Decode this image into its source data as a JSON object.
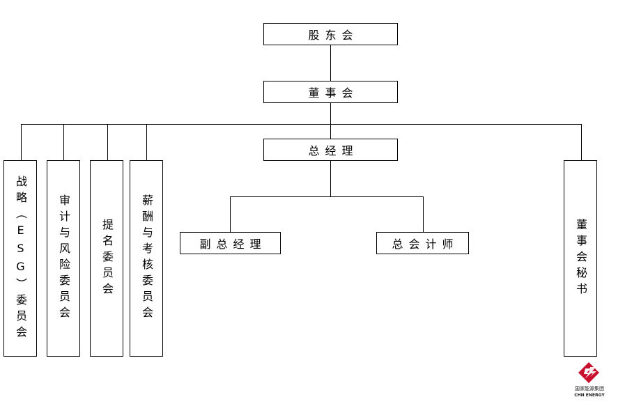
{
  "nodes": {
    "shareholders": "股东会",
    "board": "董事会",
    "general_manager": "总经理",
    "deputy_gm": "副总经理",
    "chief_accountant": "总会计师",
    "strategy_committee": "战略（ESG）委员会",
    "audit_committee": "审计与风险委员会",
    "nomination_committee": "提名委员会",
    "remuneration_committee": "薪酬与考核委员会",
    "board_secretary": "董事会秘书"
  },
  "logo": {
    "name_cn": "国家能源集团",
    "name_en": "CHN ENERGY",
    "color": "#c8102e"
  }
}
